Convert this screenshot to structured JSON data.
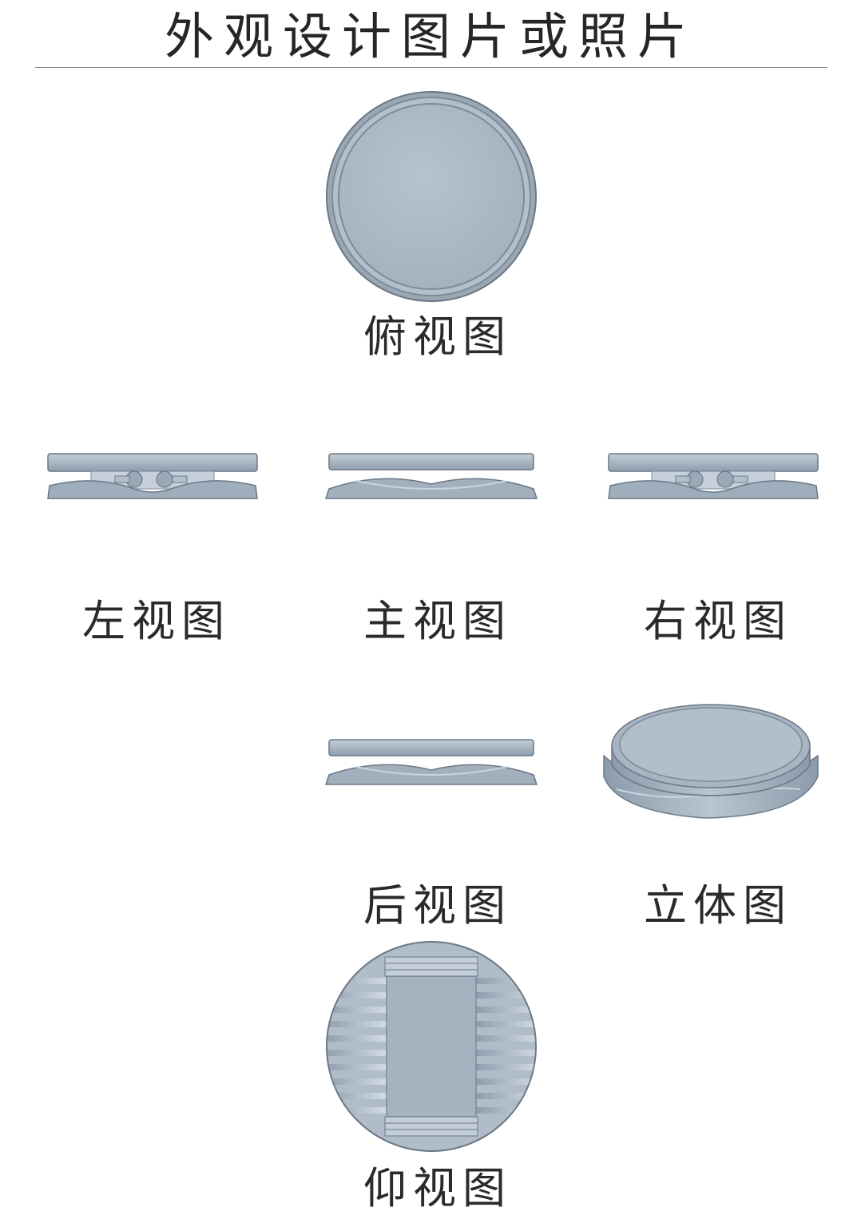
{
  "document": {
    "title": "外观设计图片或照片"
  },
  "views": {
    "top": "俯视图",
    "left": "左视图",
    "front": "主视图",
    "right": "右视图",
    "rear": "后视图",
    "perspective": "立体图",
    "bottom": "仰视图"
  },
  "colors": {
    "body": "#a9b7c4",
    "shade": "#8796a5",
    "highlight": "#c9d4de",
    "outline": "#6a7886"
  }
}
